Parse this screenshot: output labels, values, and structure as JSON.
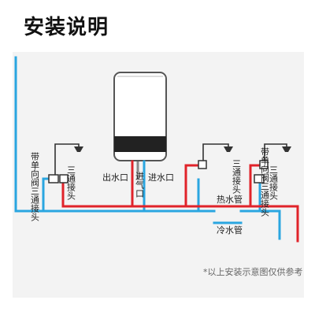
{
  "title": "安装说明",
  "labels": {
    "left_valve": "带单向阀三通接头",
    "left_tee": "三通接头",
    "outlet": "出水口",
    "gas_inlet": "进气口",
    "water_inlet": "进水口",
    "right_tee_mid": "三通接头",
    "right_tee_far": "三通接头",
    "right_valve": "带单向阀三通接头",
    "hot_pipe": "热水管",
    "cold_pipe": "冷水管"
  },
  "note": "*以上安装示意图仅供参考",
  "colors": {
    "hot": "#e0232a",
    "cold": "#2aa6e0",
    "frame": "#333333"
  },
  "icons": {
    "shower_head": "shower-head-icon",
    "valve": "valve-icon"
  }
}
